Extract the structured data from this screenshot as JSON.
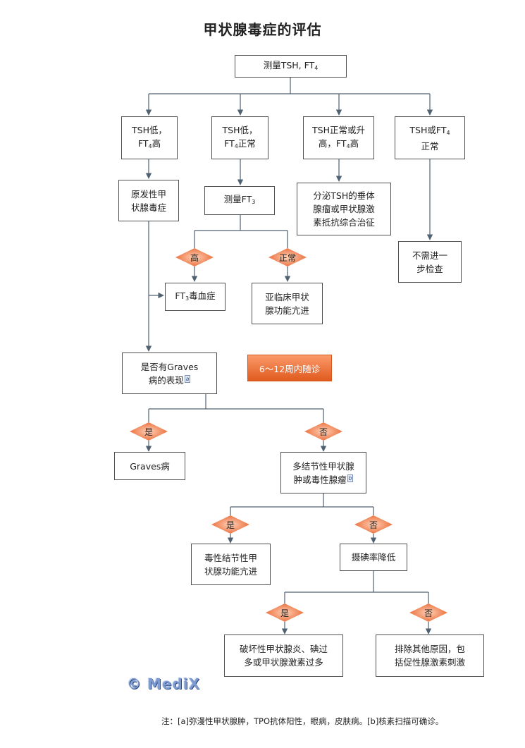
{
  "title": "甲状腺毒症的评估",
  "nodes": {
    "start": {
      "main": "测量TSH, FT",
      "sub": "4"
    },
    "tsh_low_ft4_high": {
      "a": "TSH低，",
      "b": "FT",
      "sub": "4",
      "c": "高"
    },
    "tsh_low_ft4_normal": {
      "a": "TSH低，",
      "b": "FT",
      "sub": "4",
      "c": "正常"
    },
    "tsh_normal_high": {
      "a": "TSH正常或升",
      "b": "高，FT",
      "sub": "4",
      "c": "高"
    },
    "tsh_or_ft4_normal": {
      "a": "TSH或FT",
      "sub": "4",
      "c": "正常"
    },
    "primary": "原发性甲\n状腺毒症",
    "measure_ft3": {
      "main": "测量FT",
      "sub": "3"
    },
    "pituitary": "分泌TSH的垂体\n腺瘤或甲状腺激\n素抵抗综合治征",
    "no_further": "不需进一\n步检查",
    "t3_toxicosis": {
      "main": "FT",
      "sub": "3",
      "tail": "毒血症"
    },
    "subclinical": "亚临床甲状\n腺功能亢进",
    "graves_q": {
      "a": "是否有Graves",
      "b": "病的表现",
      "ref": "a"
    },
    "graves": "Graves病",
    "nodular_q": {
      "a": "多结节性甲状腺",
      "b": "肿或毒性腺瘤",
      "ref": "b"
    },
    "toxic_nodular": "毒性结节性甲\n状腺功能亢进",
    "uptake_low": "摄碘率降低",
    "destructive": "破坏性甲状腺炎、碘过\n多或甲状腺激素过多",
    "exclude": "排除其他原因，包\n括促性腺激素刺激"
  },
  "diamonds": {
    "ft3_high": "高",
    "ft3_normal": "正常",
    "graves_yes": "是",
    "graves_no": "否",
    "nodular_yes": "是",
    "nodular_no": "否",
    "uptake_yes": "是",
    "uptake_no": "否"
  },
  "follow_up": "6～12周内随诊",
  "watermark": "© MediX",
  "footnote": "注：[a]弥漫性甲状腺肿，TPO抗体阳性，眼病，皮肤病。[b]核素扫描可确诊。",
  "colors": {
    "line": "#4f6272",
    "accent": "#e05a1e"
  }
}
